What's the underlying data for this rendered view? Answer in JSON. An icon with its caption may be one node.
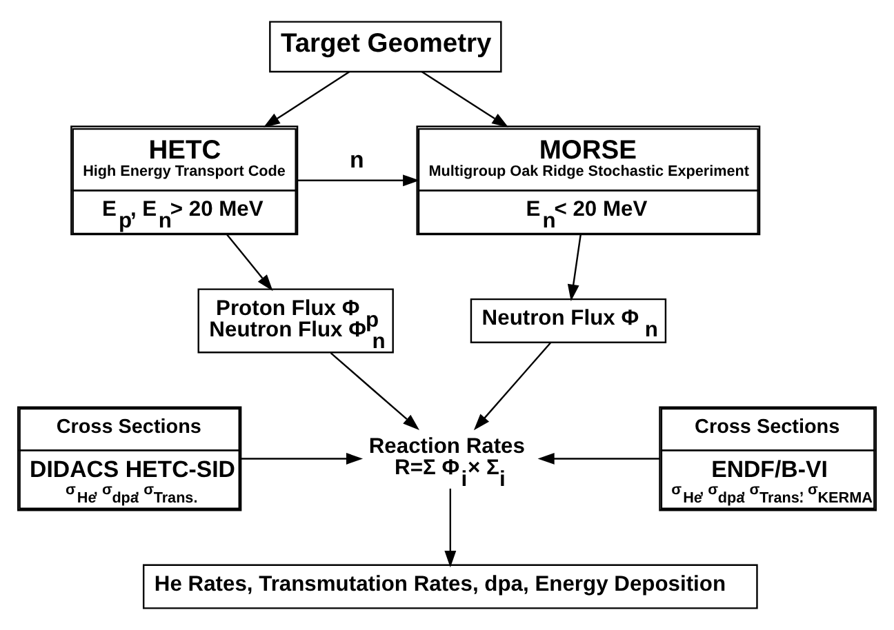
{
  "diagram": {
    "nodes": [
      {
        "text": [
          "Target Geometry"
        ]
      },
      {
        "text": [
          "HETC",
          "High Energy Transport Code",
          "E$_{p}$, E$_{n}$> 20 MeV"
        ]
      },
      {
        "text": [
          "MORSE",
          "Multigroup Oak Ridge Stochastic Experiment",
          "E$_{n}$< 20 MeV"
        ]
      },
      {
        "text": [
          "Proton Flux Φ$_{p}$",
          "Neutron Flux Φ$_{n}$"
        ]
      },
      {
        "text": [
          "Neutron Flux Φ$_{n}$"
        ]
      },
      {
        "text": [
          "Cross Sections",
          "DIDACS HETC-SID",
          "σ$_{He}$, σ$_{dpa}$, σ$_{Trans.}$"
        ]
      },
      {
        "text": [
          "Reaction Rates",
          "R=Σ Φ$_{i}$× Σ$_{i}$"
        ]
      },
      {
        "text": [
          "Cross Sections",
          "ENDF/B-VI",
          "σ$_{He}$, σ$_{dpa}$, σ$_{Trans.}$, σ$_{KERMA}$"
        ]
      },
      {
        "text": [
          "He Rates, Transmutation Rates, dpa, Energy Deposition"
        ]
      }
    ],
    "edges": [
      {
        "from": 0,
        "to": 1,
        "arrow": "to"
      },
      {
        "from": 0,
        "to": 2,
        "arrow": "to"
      },
      {
        "from": 1,
        "to": 2,
        "arrow": "to",
        "label": "n"
      },
      {
        "from": 1,
        "to": 3,
        "arrow": "to"
      },
      {
        "from": 2,
        "to": 4,
        "arrow": "to"
      },
      {
        "from": 3,
        "to": 6,
        "arrow": "to"
      },
      {
        "from": 4,
        "to": 6,
        "arrow": "to"
      },
      {
        "from": 5,
        "to": 6,
        "arrow": "to"
      },
      {
        "from": 7,
        "to": 6,
        "arrow": "to"
      },
      {
        "from": 6,
        "to": 8,
        "arrow": "to"
      }
    ]
  }
}
